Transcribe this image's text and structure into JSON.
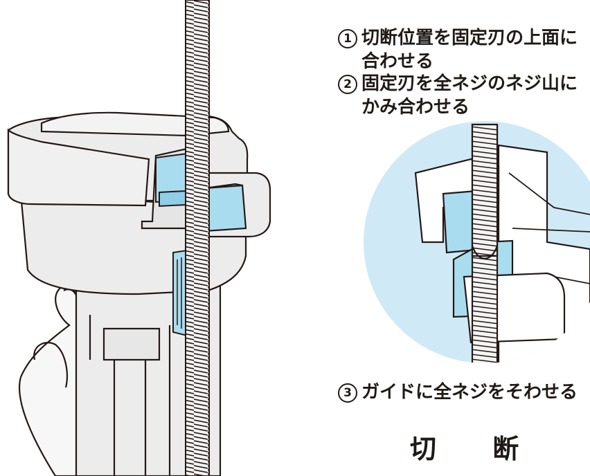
{
  "steps": [
    {
      "num": "1",
      "line1": "切断位置を固定刃の上面に",
      "line2": "合わせる"
    },
    {
      "num": "2",
      "line1": "固定刃を全ネジのネジ山に",
      "line2": "かみ合わせる"
    },
    {
      "num": "3",
      "line1": "ガイドに全ネジをそわせる",
      "line2": ""
    }
  ],
  "title": "切 断",
  "colors": {
    "blade_blue": "#a9dcef",
    "inset_circle": "#cfeaf6",
    "tool_gray": "#ececec",
    "outline": "#231815"
  }
}
